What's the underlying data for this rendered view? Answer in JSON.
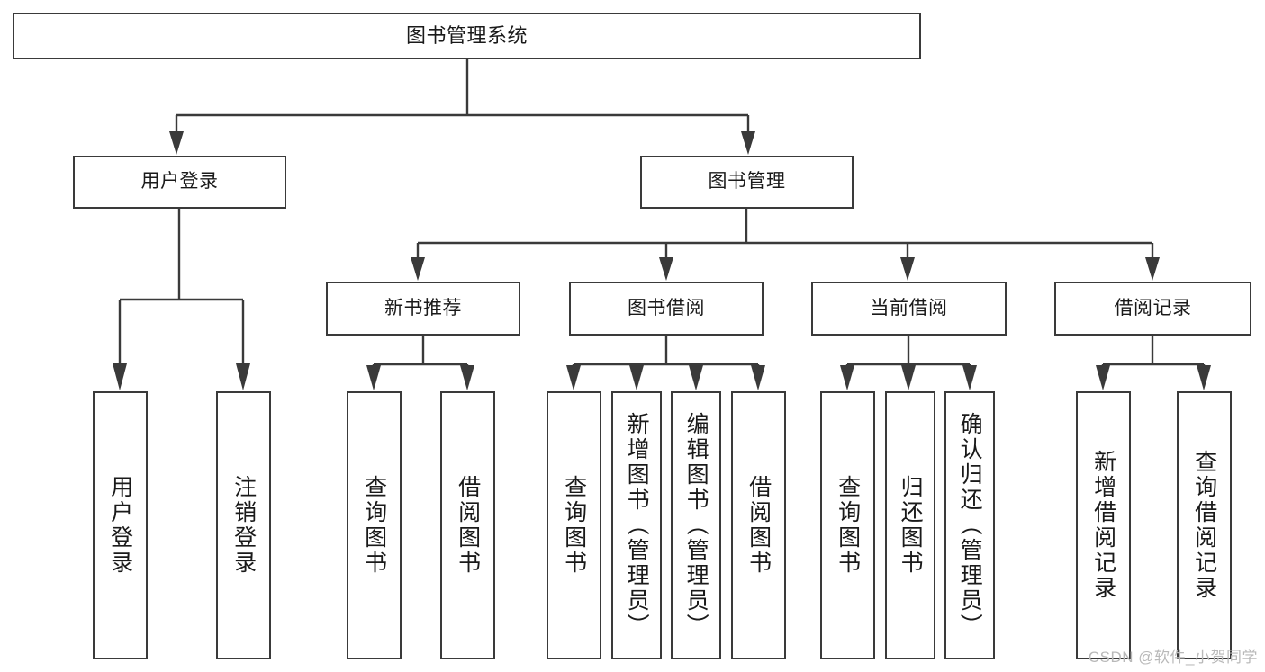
{
  "diagram": {
    "title": "图书管理系统",
    "type": "tree-hierarchy",
    "watermark": "CSDN @软件_小贺同学",
    "root": {
      "label": "图书管理系统"
    },
    "level2": [
      {
        "label": "用户登录"
      },
      {
        "label": "图书管理"
      }
    ],
    "level3": [
      {
        "label": "新书推荐"
      },
      {
        "label": "图书借阅"
      },
      {
        "label": "当前借阅"
      },
      {
        "label": "借阅记录"
      }
    ],
    "leaves": {
      "user_login": [
        {
          "label": "用户登录"
        },
        {
          "label": "注销登录"
        }
      ],
      "new_book_recommend": [
        {
          "label": "查询图书"
        },
        {
          "label": "借阅图书"
        }
      ],
      "book_borrow": [
        {
          "label": "查询图书"
        },
        {
          "label": "新增图书（管理员）"
        },
        {
          "label": "编辑图书（管理员）"
        },
        {
          "label": "借阅图书"
        }
      ],
      "current_borrow": [
        {
          "label": "查询图书"
        },
        {
          "label": "归还图书"
        },
        {
          "label": "确认归还（管理员）"
        }
      ],
      "borrow_record": [
        {
          "label": "新增借阅记录"
        },
        {
          "label": "查询借阅记录"
        }
      ]
    }
  },
  "colors": {
    "stroke": "#3a3a3a",
    "background": "#ffffff",
    "text": "#1a1a1a",
    "watermark": "#b9b9b9"
  }
}
